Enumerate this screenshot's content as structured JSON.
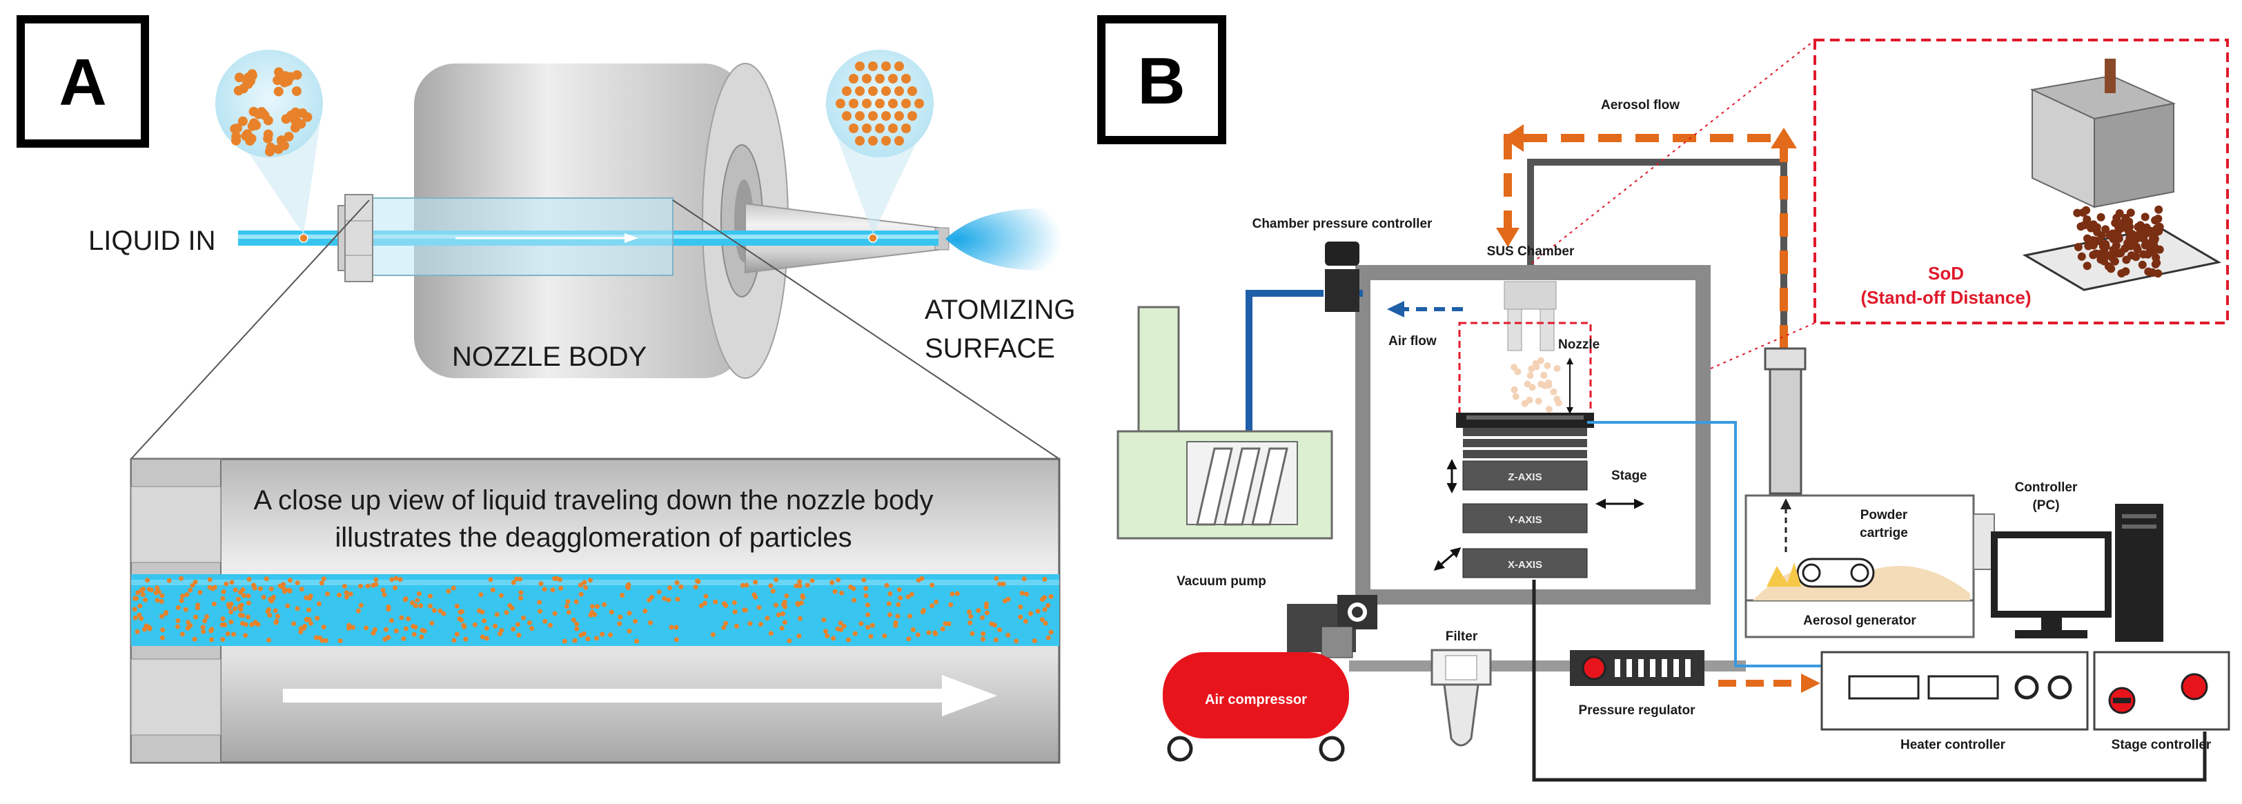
{
  "panel_a": {
    "letter": "A",
    "liquid_in": "LIQUID IN",
    "nozzle_body": "NOZZLE BODY",
    "atomizing_1": "ATOMIZING",
    "atomizing_2": "SURFACE",
    "closeup_line1": "A close up view of liquid traveling down the nozzle body",
    "closeup_line2": "illustrates the deagglomeration of particles"
  },
  "panel_b": {
    "letter": "B",
    "aerosol_flow": "Aerosol flow",
    "chamber_pressure_controller": "Chamber pressure controller",
    "sus_chamber": "SUS Chamber",
    "air_flow": "Air flow",
    "nozzle": "Nozzle",
    "stage": "Stage",
    "z_axis": "Z-AXIS",
    "y_axis": "Y-AXIS",
    "x_axis": "X-AXIS",
    "vacuum_pump": "Vacuum pump",
    "air_compressor": "Air compressor",
    "filter": "Filter",
    "pressure_regulator": "Pressure regulator",
    "powder_cartrige_1": "Powder",
    "powder_cartrige_2": "cartrige",
    "aerosol_generator": "Aerosol generator",
    "controller_1": "Controller",
    "controller_2": "(PC)",
    "heater_controller": "Heater controller",
    "stage_controller": "Stage controller",
    "sod_1": "SoD",
    "sod_2": "(Stand-off Distance)"
  },
  "colors": {
    "water": "#38c6f0",
    "particle": "#e8822a",
    "orange_arrow": "#e26a1a",
    "pipe_blue": "#1f5fa8",
    "sod_red": "#e0192a",
    "compressor_red": "#e8141c",
    "pump_green": "#dcefd0"
  }
}
